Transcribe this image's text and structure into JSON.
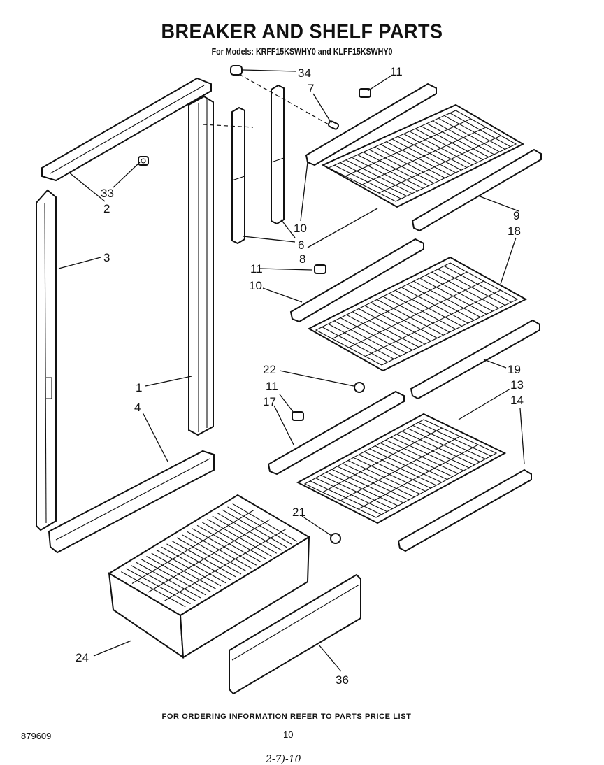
{
  "title": "BREAKER  AND SHELF PARTS",
  "subtitle": "For Models: KRFF15KSWHY0 and KLFF15KSWHY0",
  "footer_note": "FOR ORDERING INFORMATION REFER TO PARTS PRICE LIST",
  "document_number": "879609",
  "page_number": "10",
  "handwritten_note": "2-7)-10",
  "callouts": {
    "c34": "34",
    "c11a": "11",
    "c7": "7",
    "c33": "33",
    "c2": "2",
    "c10a": "10",
    "c6": "6",
    "c8": "8",
    "c9": "9",
    "c18": "18",
    "c3": "3",
    "c11b": "11",
    "c10b": "10",
    "c22": "22",
    "c19": "19",
    "c11c": "11",
    "c13": "13",
    "c17": "17",
    "c14": "14",
    "c1": "1",
    "c4": "4",
    "c21": "21",
    "c24": "24",
    "c36": "36"
  }
}
